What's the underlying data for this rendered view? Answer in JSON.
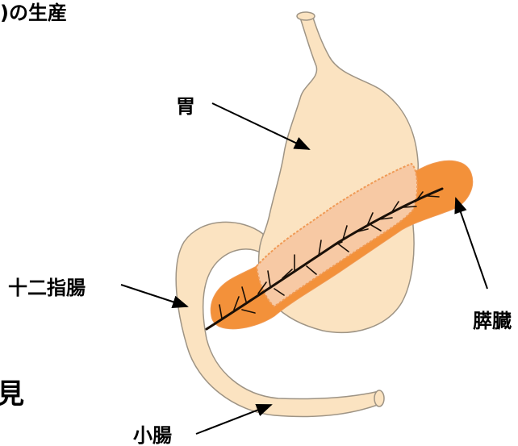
{
  "title_fragment": ")の生産",
  "bottom_left_fragment": "見",
  "labels": {
    "stomach": "胃",
    "duodenum": "十二指腸",
    "pancreas": "膵臓",
    "small_intestine": "小腸"
  },
  "colors": {
    "organ_fill": "#fbe3c1",
    "organ_stroke": "#9e9485",
    "pancreas_fill": "#f3913a",
    "pancreas_overlap": "#f7c9a4",
    "pancreas_edge": "#f09a55",
    "duct": "#1a1008",
    "arrow": "#000000",
    "text": "#000000"
  }
}
